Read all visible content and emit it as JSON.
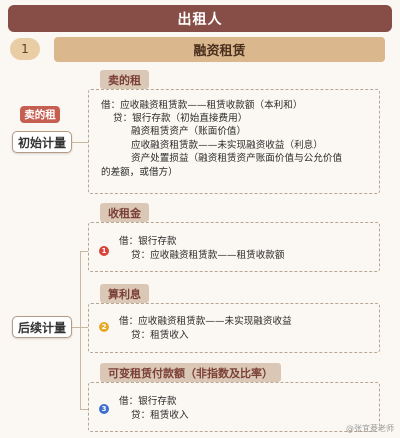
{
  "header": {
    "title": "出租人"
  },
  "section": {
    "number": "1",
    "title": "融资租赁"
  },
  "initial": {
    "tag": "卖的租",
    "label": "初始计量",
    "box_tag": "卖的租",
    "lines": [
      "借：应收融资租赁款——租赁收款额（本利和）",
      "贷：银行存款（初始直接费用）",
      "融资租赁资产（账面价值）",
      "应收融资租赁款——未实现融资收益（利息）",
      "资产处置损益（融资租赁资产账面价值与公允价值",
      "的差额，或借方）"
    ]
  },
  "subsequent": {
    "label": "后续计量",
    "items": [
      {
        "num": "1",
        "color": "#d9443a",
        "tag": "收租金",
        "lines": [
          "借：银行存款",
          "贷：应收融资租赁款——租赁收款额"
        ]
      },
      {
        "num": "2",
        "color": "#e6a928",
        "tag": "算利息",
        "lines": [
          "借：应收融资租赁款——未实现融资收益",
          "贷：租赁收入"
        ]
      },
      {
        "num": "3",
        "color": "#3d6fd1",
        "tag": "可变租赁付款额（非指数及比率）",
        "lines": [
          "借：银行存款",
          "贷：租赁收入"
        ]
      }
    ]
  },
  "watermark": "@张宜菱老师"
}
